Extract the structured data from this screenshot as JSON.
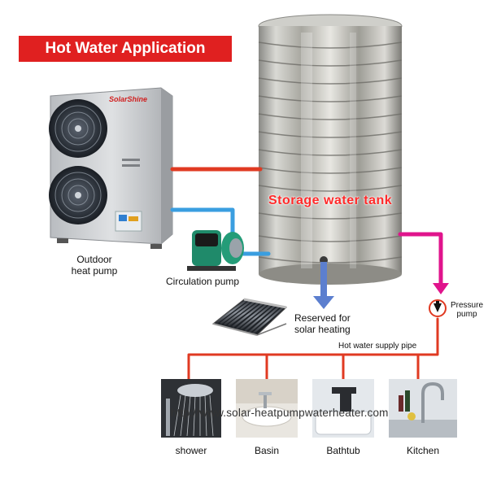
{
  "title": "Hot Water Application",
  "brand_logo": "SolarShine",
  "storage_tank_label": "Storage water tank",
  "labels": {
    "outdoor_heat_pump_line1": "Outdoor",
    "outdoor_heat_pump_line2": "heat pump",
    "circulation_pump": "Circulation pump",
    "reserved_line1": "Reserved for",
    "reserved_line2": "solar heating",
    "pressure_pump_line1": "Pressure",
    "pressure_pump_line2": "pump",
    "supply_pipe": "Hot water supply pipe"
  },
  "outlets": [
    "shower",
    "Basin",
    "Bathtub",
    "Kitchen"
  ],
  "watermark": "http://www.solar-heatpumpwaterheater.com",
  "colors": {
    "hot_pipe": "#e03a22",
    "cold_pipe": "#3a9ee0",
    "outlet_pipe": "#e0148c",
    "arrow_blue": "#5c7fcf",
    "banner": "#e02020",
    "tank_label": "#ff2a2a"
  }
}
